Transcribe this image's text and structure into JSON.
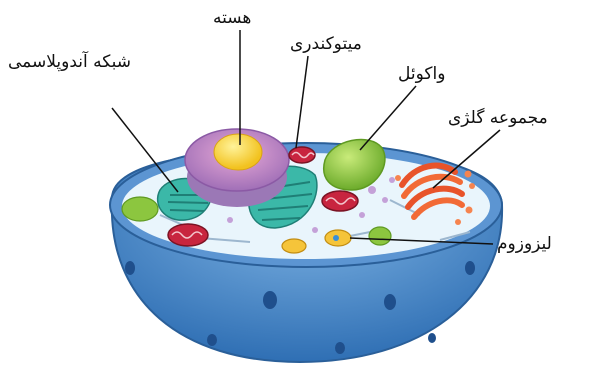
{
  "labels": {
    "nucleus": "هسته",
    "mitochondria": "میتوکندری",
    "vacuole": "واکوئل",
    "golgi": "مجموعه گلژی",
    "endoplasmic_reticulum": "شبکه آندوپلاسمی",
    "lysosome": "لیزوزوم"
  },
  "colors": {
    "membrane_blue": "#4f86c6",
    "cytoplasm": "#e6f3fb",
    "er_teal": "#3bb8a8",
    "nucleus_purple": "#b88fc8",
    "nucleolus_yellow": "#f3d23a",
    "mitochondria_red": "#d0344a",
    "vacuole_green": "#8cc63f",
    "golgi_orange": "#f26a36"
  }
}
